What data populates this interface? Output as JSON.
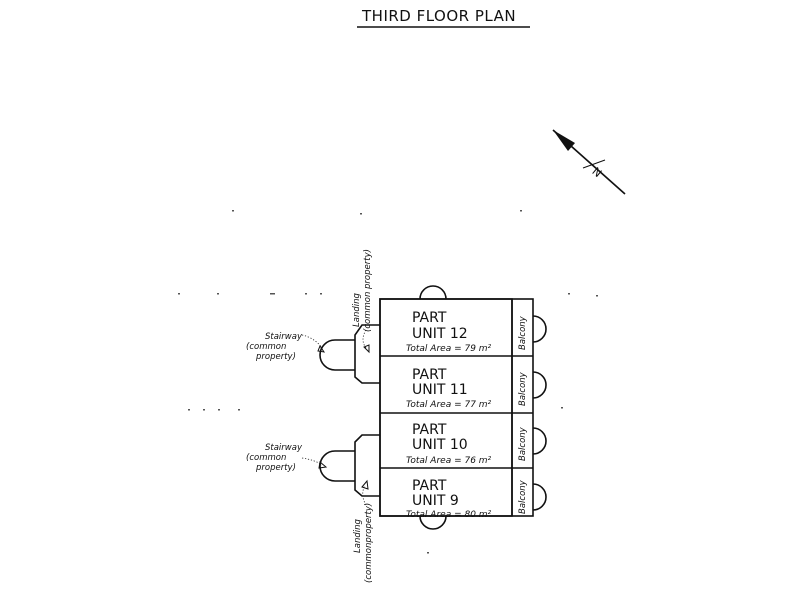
{
  "title": "THIRD FLOOR PLAN",
  "north_label": "N",
  "units": [
    {
      "part": "PART",
      "unit": "UNIT 12",
      "area": "Total Area = 79 m²",
      "balcony": "Balcony"
    },
    {
      "part": "PART",
      "unit": "UNIT 11",
      "area": "Total Area = 77 m²",
      "balcony": "Balcony"
    },
    {
      "part": "PART",
      "unit": "UNIT 10",
      "area": "Total Area = 76 m²",
      "balcony": "Balcony"
    },
    {
      "part": "PART",
      "unit": "UNIT 9",
      "area": "Total Area = 80 m²",
      "balcony": "Balcony"
    }
  ],
  "stairway_top": {
    "line1": "Stairway",
    "line2": "(common",
    "line3": "property)"
  },
  "stairway_bottom": {
    "line1": "Stairway",
    "line2": "(common",
    "line3": "property)"
  },
  "landing_top": {
    "line1": "Landing",
    "line2": "(common property)"
  },
  "landing_bottom": {
    "line1": "Landing",
    "line2": "(commonproperty)"
  }
}
